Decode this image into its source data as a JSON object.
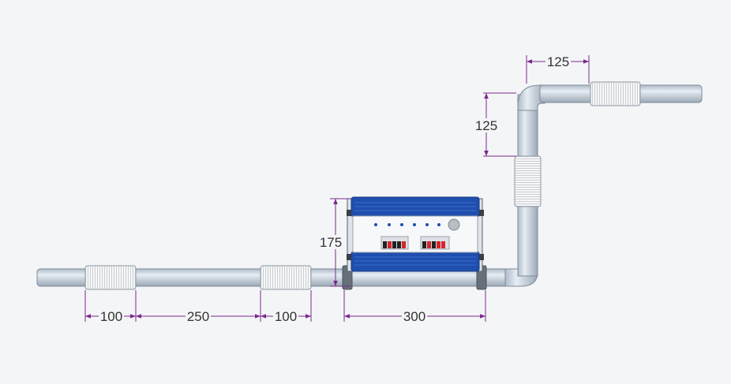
{
  "colors": {
    "background": "#f4f5f7",
    "pipe_fill": "#c9d4df",
    "pipe_stroke": "#7f8b97",
    "collar": "#66707a",
    "enclosure_blue": "#1f4fae",
    "enclosure_face": "#f7f8fa",
    "dimension": "#7a2a8c",
    "connector_red": "#d4262b",
    "connector_black": "#222222"
  },
  "dimensions": {
    "bellows_left_length": "100",
    "pipe_gap_length": "250",
    "bellows_mid_length": "100",
    "enclosure_width": "300",
    "enclosure_height": "175",
    "vertical_offset": "125",
    "top_offset": "125"
  },
  "enclosure": {
    "indicator_count": 7,
    "terminal_blocks": 2
  }
}
